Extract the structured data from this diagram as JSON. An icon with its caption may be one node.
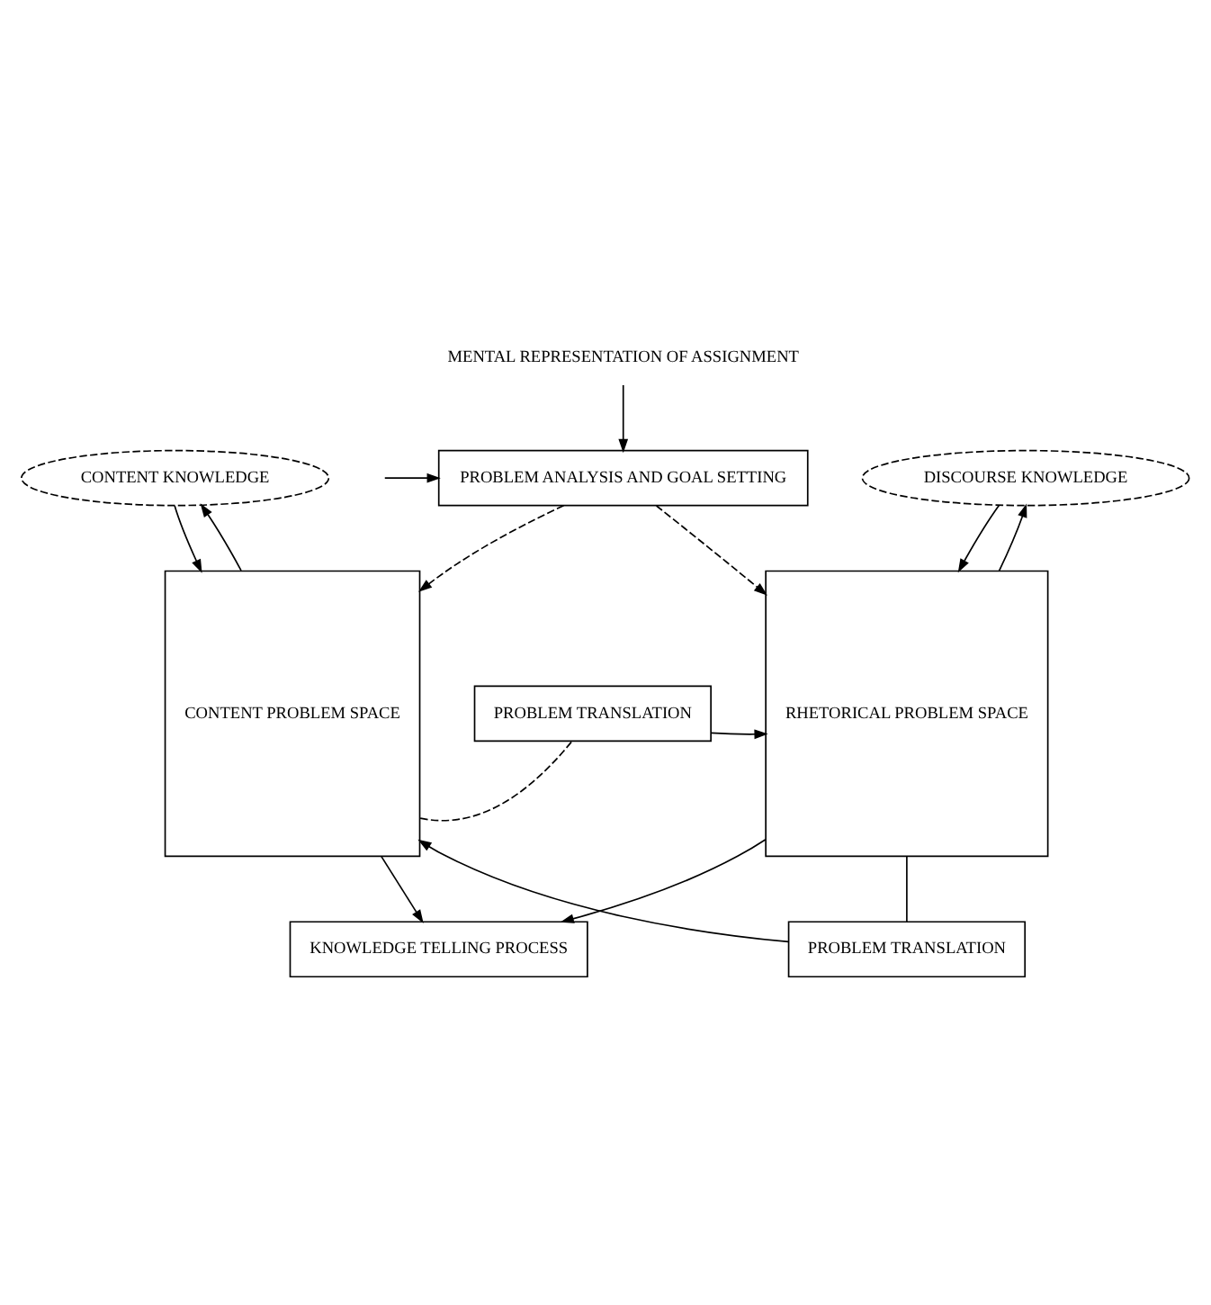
{
  "diagram": {
    "nodes": [
      {
        "text": [
          "MENTAL REPRESENTATION OF ASSIGNMENT"
        ]
      },
      {
        "text": [
          "PROBLEM ANALYSIS AND GOAL SETTING"
        ]
      },
      {
        "text": [
          "CONTENT KNOWLEDGE"
        ]
      },
      {
        "text": [
          "DISCOURSE KNOWLEDGE"
        ]
      },
      {
        "text": [
          "CONTENT PROBLEM SPACE"
        ]
      },
      {
        "text": [
          "RHETORICAL PROBLEM SPACE"
        ]
      },
      {
        "text": [
          "PROBLEM TRANSLATION"
        ]
      },
      {
        "text": [
          "PROBLEM TRANSLATION"
        ]
      },
      {
        "text": [
          "KNOWLEDGE TELLING PROCESS"
        ]
      }
    ],
    "edges": [
      {
        "from": 0,
        "to": 1,
        "arrow": "to"
      },
      {
        "from": null,
        "to": 1,
        "arrow": "to"
      },
      {
        "from": 1,
        "to": 4,
        "arrow": "to",
        "style": "dashed"
      },
      {
        "from": 1,
        "to": 5,
        "arrow": "to",
        "style": "dashed"
      },
      {
        "from": 2,
        "to": 4,
        "arrow": "to"
      },
      {
        "from": 4,
        "to": 2,
        "arrow": "to"
      },
      {
        "from": 3,
        "to": 5,
        "arrow": "to"
      },
      {
        "from": 5,
        "to": 3,
        "arrow": "to"
      },
      {
        "from": 4,
        "to": 6,
        "arrow": "none",
        "style": "dashed"
      },
      {
        "from": 6,
        "to": 5,
        "arrow": "to"
      },
      {
        "from": 5,
        "to": 7,
        "arrow": "none"
      },
      {
        "from": 7,
        "to": 4,
        "arrow": "to"
      },
      {
        "from": 4,
        "to": 8,
        "arrow": "to"
      },
      {
        "from": 5,
        "to": 8,
        "arrow": "to"
      }
    ]
  }
}
